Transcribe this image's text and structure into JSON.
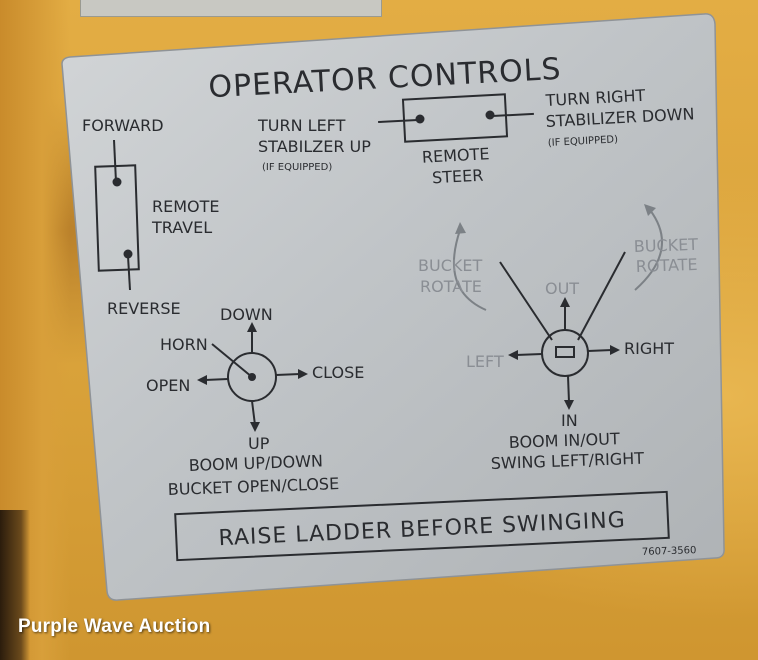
{
  "plate": {
    "title": "OPERATOR CONTROLS",
    "remote_travel": {
      "forward": "FORWARD",
      "label_1": "REMOTE",
      "label_2": "TRAVEL",
      "reverse": "REVERSE"
    },
    "remote_steer": {
      "left_1": "TURN LEFT",
      "left_2": "STABILZER UP",
      "left_3": "(IF EQUIPPED)",
      "right_1": "TURN RIGHT",
      "right_2": "STABILIZER DOWN",
      "right_3": "(IF EQUIPPED)",
      "label_1": "REMOTE",
      "label_2": "STEER"
    },
    "boom_joystick": {
      "down": "DOWN",
      "horn": "HORN",
      "open": "OPEN",
      "close": "CLOSE",
      "up": "UP",
      "line_1": "BOOM UP/DOWN",
      "line_2": "BUCKET OPEN/CLOSE"
    },
    "swing_joystick": {
      "bucket_rotate_left_1": "BUCKET",
      "bucket_rotate_left_2": "ROTATE",
      "bucket_rotate_right_1": "BUCKET",
      "bucket_rotate_right_2": "ROTATE",
      "out": "OUT",
      "left": "LEFT",
      "right": "RIGHT",
      "in": "IN",
      "line_1": "BOOM IN/OUT",
      "line_2": "SWING LEFT/RIGHT"
    },
    "warning": "RAISE LADDER BEFORE SWINGING",
    "part_number": "7607-3560"
  },
  "watermark": "Purple Wave Auction",
  "colors": {
    "panel_yellow": "#d9a43a",
    "plate_silver": "#bfc3c6",
    "print_dark": "#2a2c30"
  }
}
